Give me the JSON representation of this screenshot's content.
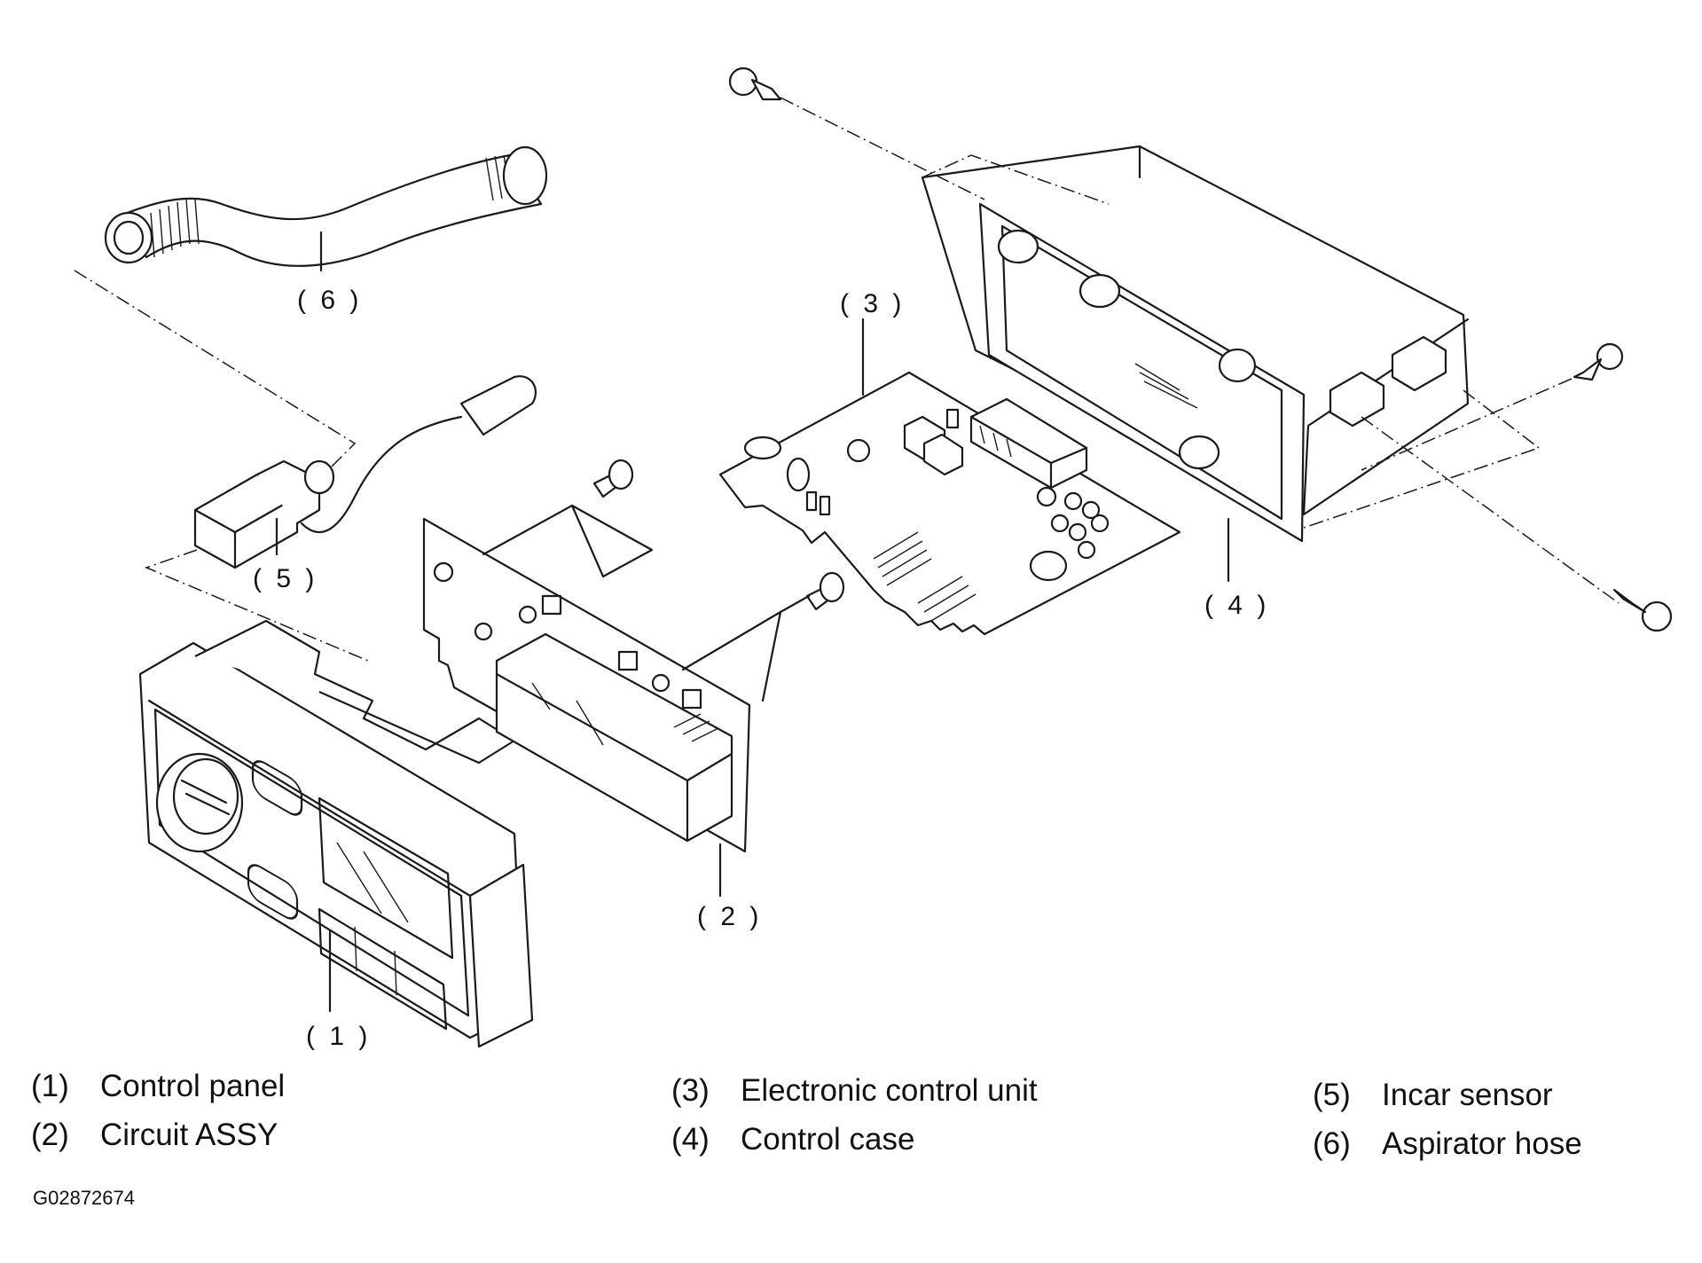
{
  "callouts": {
    "c1": "( 1 )",
    "c2": "( 2 )",
    "c3": "( 3 )",
    "c4": "( 4 )",
    "c5": "( 5 )",
    "c6": "( 6 )"
  },
  "legend": [
    {
      "number": "(1)",
      "label": "Control panel"
    },
    {
      "number": "(2)",
      "label": "Circuit ASSY"
    },
    {
      "number": "(3)",
      "label": "Electronic control unit"
    },
    {
      "number": "(4)",
      "label": "Control case"
    },
    {
      "number": "(5)",
      "label": "Incar sensor"
    },
    {
      "number": "(6)",
      "label": "Aspirator hose"
    }
  ],
  "figure_code": "G02872674"
}
